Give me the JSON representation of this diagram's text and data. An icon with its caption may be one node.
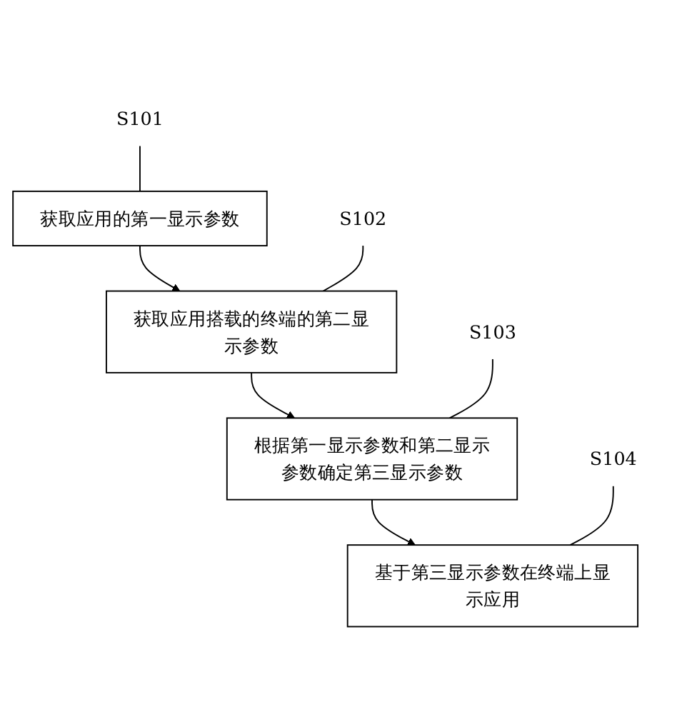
{
  "diagram": {
    "nodes": [
      {
        "text": [
          "S101"
        ]
      },
      {
        "text": [
          "获取应用的第一显示参数"
        ]
      },
      {
        "text": [
          "S102"
        ]
      },
      {
        "text": [
          "获取应用搭载的终端的第二显示参数"
        ]
      },
      {
        "text": [
          "S103"
        ]
      },
      {
        "text": [
          "根据第一显示参数和第二显示参数确定第三显示参数"
        ]
      },
      {
        "text": [
          "S104"
        ]
      },
      {
        "text": [
          "基于第三显示参数在终端上显示应用"
        ]
      }
    ],
    "edges": [
      {
        "from": 0,
        "to": 1,
        "arrow": "none"
      },
      {
        "from": 1,
        "to": 3,
        "arrow": "to"
      },
      {
        "from": 2,
        "to": 3,
        "arrow": "none"
      },
      {
        "from": 3,
        "to": 5,
        "arrow": "to"
      },
      {
        "from": 4,
        "to": 5,
        "arrow": "none"
      },
      {
        "from": 5,
        "to": 7,
        "arrow": "to"
      },
      {
        "from": 6,
        "to": 7,
        "arrow": "none"
      }
    ]
  }
}
